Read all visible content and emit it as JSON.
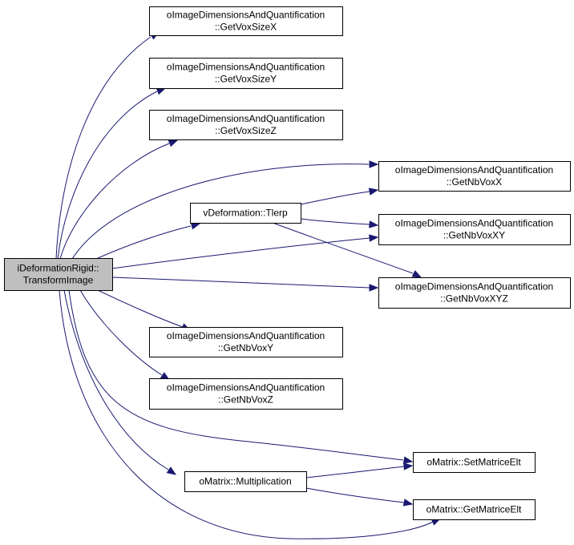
{
  "nodes": {
    "root": [
      "iDeformationRigid::",
      "TransformImage"
    ],
    "getvoxsizex": [
      "oImageDimensionsAndQuantification",
      "::GetVoxSizeX"
    ],
    "getvoxsizey": [
      "oImageDimensionsAndQuantification",
      "::GetVoxSizeY"
    ],
    "getvoxsizez": [
      "oImageDimensionsAndQuantification",
      "::GetVoxSizeZ"
    ],
    "getnbvoxx": [
      "oImageDimensionsAndQuantification",
      "::GetNbVoxX"
    ],
    "tierp": [
      "vDeformation::Tlerp"
    ],
    "getnbvoxxy": [
      "oImageDimensionsAndQuantification",
      "::GetNbVoxXY"
    ],
    "getnbvoxxyz": [
      "oImageDimensionsAndQuantification",
      "::GetNbVoxXYZ"
    ],
    "getnbvoxy": [
      "oImageDimensionsAndQuantification",
      "::GetNbVoxY"
    ],
    "getnbvoxz": [
      "oImageDimensionsAndQuantification",
      "::GetNbVoxZ"
    ],
    "setmatriceelt": [
      "oMatrix::SetMatriceElt"
    ],
    "multiplication": [
      "oMatrix::Multiplication"
    ],
    "getmatriceelt": [
      "oMatrix::GetMatriceElt"
    ]
  },
  "edges": [
    [
      "root",
      "getvoxsizex"
    ],
    [
      "root",
      "getvoxsizey"
    ],
    [
      "root",
      "getvoxsizez"
    ],
    [
      "root",
      "getnbvoxx"
    ],
    [
      "root",
      "tierp"
    ],
    [
      "root",
      "getnbvoxxy"
    ],
    [
      "root",
      "getnbvoxxyz"
    ],
    [
      "root",
      "getnbvoxy"
    ],
    [
      "root",
      "getnbvoxz"
    ],
    [
      "root",
      "setmatriceelt"
    ],
    [
      "root",
      "multiplication"
    ],
    [
      "root",
      "getmatriceelt"
    ],
    [
      "tierp",
      "getnbvoxx"
    ],
    [
      "tierp",
      "getnbvoxxy"
    ],
    [
      "tierp",
      "getnbvoxxyz"
    ],
    [
      "multiplication",
      "setmatriceelt"
    ],
    [
      "multiplication",
      "getmatriceelt"
    ]
  ],
  "colors": {
    "edge": "#191970",
    "root_fill": "#bfbfbf",
    "node_fill": "#ffffff",
    "border": "#000000"
  }
}
